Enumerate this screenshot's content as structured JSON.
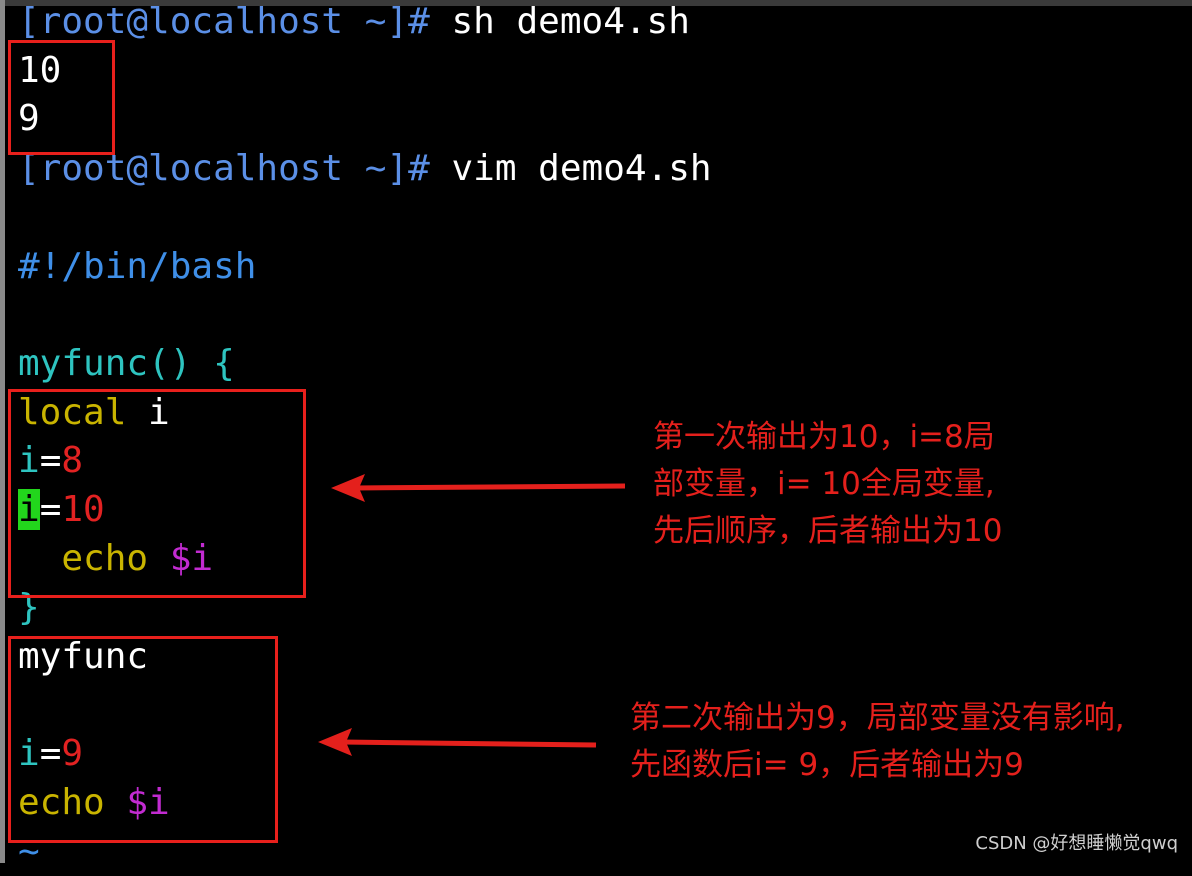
{
  "terminal": {
    "line1": {
      "prompt": "[root@localhost ~]#",
      "command": " sh demo4.sh"
    },
    "output1": "10",
    "output2": "9",
    "line2": {
      "prompt": "[root@localhost ~]#",
      "command": " vim demo4.sh"
    },
    "shebang": "#!/bin/bash",
    "func_decl": "myfunc() {",
    "local_kw": "local",
    "local_var": " i",
    "assign1": {
      "var": "i",
      "op": "=",
      "val": "8"
    },
    "assign2": {
      "var": "i",
      "op": "=",
      "val": "10"
    },
    "echo1": {
      "indent": "  ",
      "cmd": "echo",
      "arg": " $i"
    },
    "close_brace": "}",
    "call": "myfunc",
    "assign3": {
      "var": "i",
      "op": "=",
      "val": "9"
    },
    "echo2": {
      "cmd": "echo",
      "arg": " $i"
    },
    "tilde": "~"
  },
  "annotations": {
    "note1_line1": "第一次输出为10，i=8局",
    "note1_line2": "部变量，i= 10全局变量,",
    "note1_line3": "先后顺序，后者输出为10",
    "note2_line1": "第二次输出为9，局部变量没有影响,",
    "note2_line2": "先函数后i= 9，后者输出为9"
  },
  "watermark": "CSDN @好想睡懒觉qwq",
  "colors": {
    "prompt": "#5b8fe6",
    "annotation": "#e4201c",
    "cursor": "#22d61c"
  }
}
